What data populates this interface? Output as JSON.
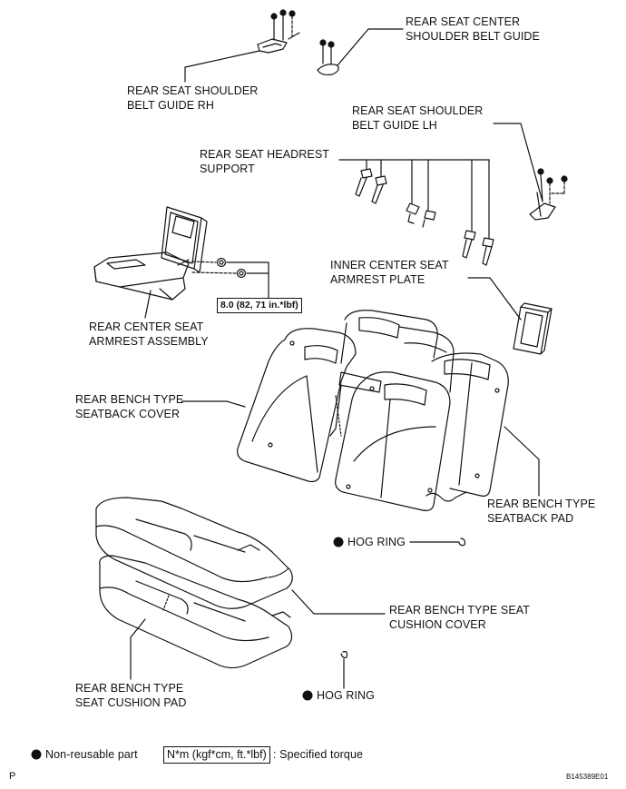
{
  "labels": {
    "center_guide": [
      "REAR SEAT CENTER",
      "SHOULDER BELT GUIDE"
    ],
    "guide_rh": [
      "REAR SEAT SHOULDER",
      "BELT GUIDE RH"
    ],
    "guide_lh": [
      "REAR SEAT SHOULDER",
      "BELT GUIDE LH"
    ],
    "headrest_support": [
      "REAR SEAT HEADREST",
      "SUPPORT"
    ],
    "armrest_plate": [
      "INNER CENTER SEAT",
      "ARMREST PLATE"
    ],
    "armrest_assembly": [
      "REAR CENTER SEAT",
      "ARMREST ASSEMBLY"
    ],
    "seatback_cover": [
      "REAR BENCH TYPE",
      "SEATBACK COVER"
    ],
    "seatback_pad": [
      "REAR BENCH TYPE",
      "SEATBACK PAD"
    ],
    "hog_ring_upper": "HOG RING",
    "cushion_cover": [
      "REAR BENCH TYPE SEAT",
      "CUSHION COVER"
    ],
    "cushion_pad": [
      "REAR BENCH TYPE",
      "SEAT CUSHION PAD"
    ],
    "hog_ring_lower": "HOG RING"
  },
  "torque_value": "8.0 (82, 71 in.*lbf)",
  "legend": {
    "non_reusable": "Non-reusable part",
    "torque_unit": "N*m (kgf*cm, ft.*lbf)",
    "specified_torque": ": Specified torque"
  },
  "corner_left": "P",
  "figure_code": "B145389E01",
  "colors": {
    "ink": "#111111",
    "paper": "#ffffff"
  }
}
